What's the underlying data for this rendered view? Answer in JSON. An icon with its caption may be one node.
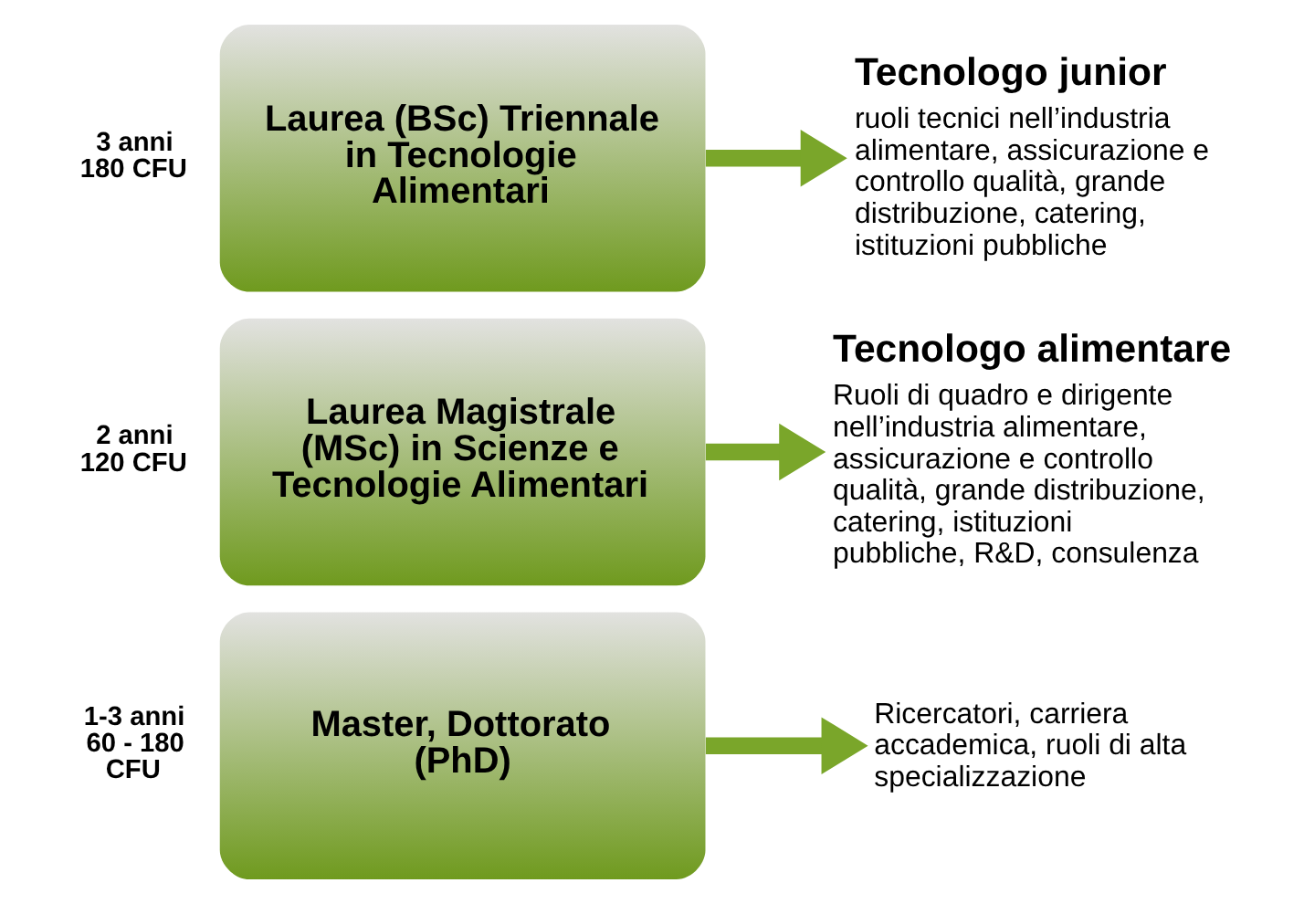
{
  "diagram": {
    "nodes": [
      {
        "text": [
          "Laurea (BSc) Triennale in Tecnologie Alimentari"
        ],
        "beside": [
          "3 anni 180 CFU"
        ]
      },
      {
        "text": [
          "Laurea Magistrale (MSc) in Scienze e Tecnologie Alimentari"
        ],
        "beside": [
          "2 anni 120 CFU"
        ]
      },
      {
        "text": [
          "Master, Dottorato (PhD)"
        ],
        "beside": [
          "1-3 anni 60 - 180 CFU"
        ]
      },
      {
        "text": [
          "Tecnologo junior",
          "ruoli tecnici nell’industria alimentare, assicurazione e controllo qualità, grande distribuzione, catering, istituzioni pubbliche"
        ]
      },
      {
        "text": [
          "Tecnologo alimentare",
          "Ruoli di quadro e dirigente nell’industria alimentare, assicurazione e controllo qualità, grande distribuzione, catering, istituzioni pubbliche, R&D, consulenza"
        ]
      },
      {
        "text": [
          "Ricercatori, carriera accademica, ruoli di alta specializzazione"
        ]
      }
    ],
    "edges": [
      {
        "from": 0,
        "to": 3,
        "arrow": "to"
      },
      {
        "from": 1,
        "to": 4,
        "arrow": "to"
      },
      {
        "from": 2,
        "to": 5,
        "arrow": "to"
      }
    ]
  }
}
